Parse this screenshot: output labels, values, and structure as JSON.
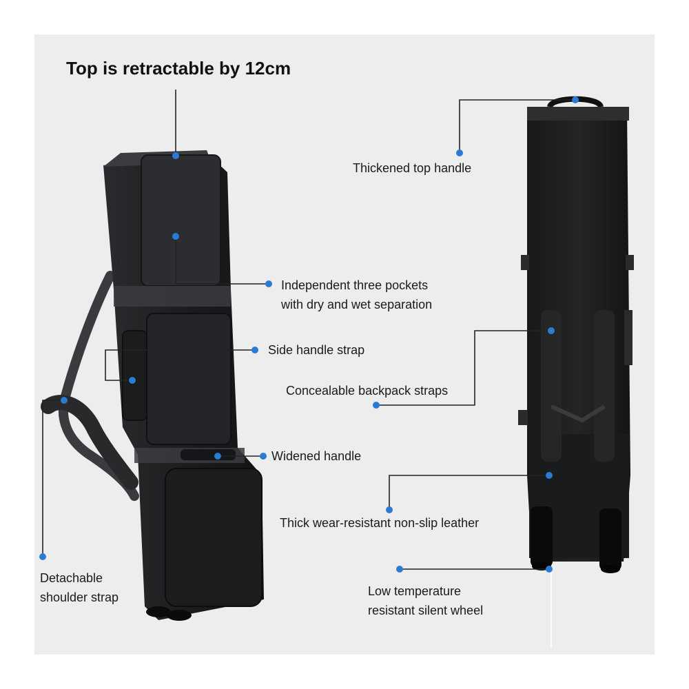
{
  "title": "Top is retractable by 12cm",
  "colors": {
    "background": "#ededed",
    "bag": "#1e1f21",
    "dot": "#2a7bd4",
    "line": "#222222"
  },
  "callouts": {
    "top_handle": "Thickened top handle",
    "pockets_line1": "Independent three pockets",
    "pockets_line2": "with dry and wet separation",
    "side_handle": "Side handle strap",
    "backpack_straps": "Concealable backpack straps",
    "widened_handle": "Widened handle",
    "leather": "Thick wear-resistant non-slip leather",
    "shoulder_line1": "Detachable",
    "shoulder_line2": "shoulder strap",
    "wheel_line1": "Low temperature",
    "wheel_line2": "resistant silent wheel"
  },
  "products": [
    {
      "view": "front-left",
      "icon": "ski-bag-front-image"
    },
    {
      "view": "back",
      "icon": "ski-bag-back-image"
    }
  ]
}
